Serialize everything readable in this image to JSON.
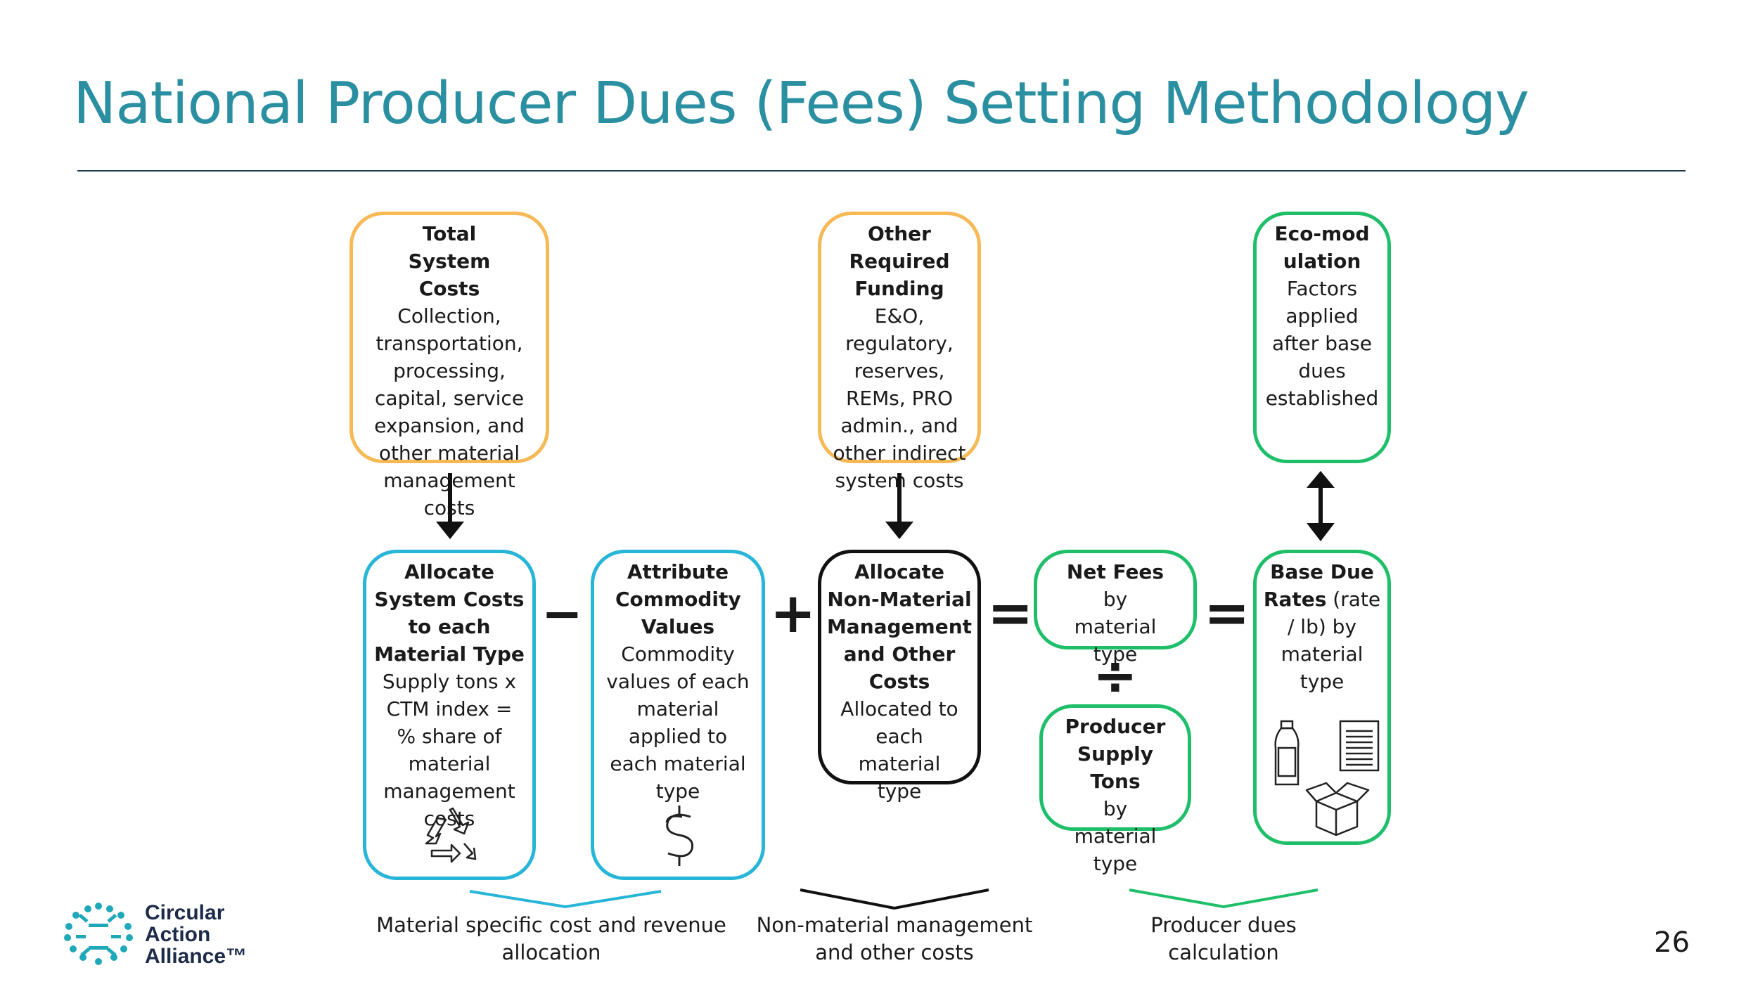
{
  "title": "National Producer Dues (Fees) Setting Methodology",
  "page_number": "26",
  "boxes": {
    "total_system_costs": {
      "heading": "Total System Costs",
      "body": "Collection, transportation, processing, capital, service expansion, and other material management costs"
    },
    "other_required_funding": {
      "heading": "Other Required Funding",
      "body": "E&O, regulatory, reserves, REMs, PRO admin., and other indirect system costs"
    },
    "eco_modulation": {
      "heading": "Eco-modulation",
      "body": "Factors applied after base dues established"
    },
    "allocate_system_costs": {
      "heading": "Allocate System Costs to each Material Type",
      "body": "Supply tons x CTM index = % share of material management costs"
    },
    "attribute_commodity_values": {
      "heading": "Attribute Commodity Values",
      "body": "Commodity values of each material applied to each material type"
    },
    "allocate_non_material": {
      "heading": "Allocate Non-Material Management and Other Costs",
      "body": "Allocated to each material type"
    },
    "net_fees": {
      "heading": "Net Fees",
      "body": "by material type"
    },
    "producer_supply_tons": {
      "heading": "Producer Supply Tons",
      "body": "by material type"
    },
    "base_due_rates": {
      "heading": "Base Due Rates",
      "body": " (rate / lb) by material type"
    }
  },
  "operators": {
    "minus": "−",
    "plus": "+",
    "equals_1": "=",
    "equals_2": "=",
    "divide": "÷"
  },
  "captions": {
    "material_specific": "Material specific cost and revenue allocation",
    "non_material": "Non-material management and other costs",
    "producer_dues": "Producer dues calculation"
  },
  "logo": {
    "line1": "Circular",
    "line2": "Action",
    "line3": "Alliance™"
  },
  "colors": {
    "title": "#2a8fa0",
    "orange": "#f7b955",
    "blue": "#27b6d8",
    "green": "#1fbf6a",
    "black": "#111111"
  },
  "icons": [
    "recycle-icon",
    "dollar-icon",
    "bottle-icon",
    "document-icon",
    "box-icon"
  ]
}
